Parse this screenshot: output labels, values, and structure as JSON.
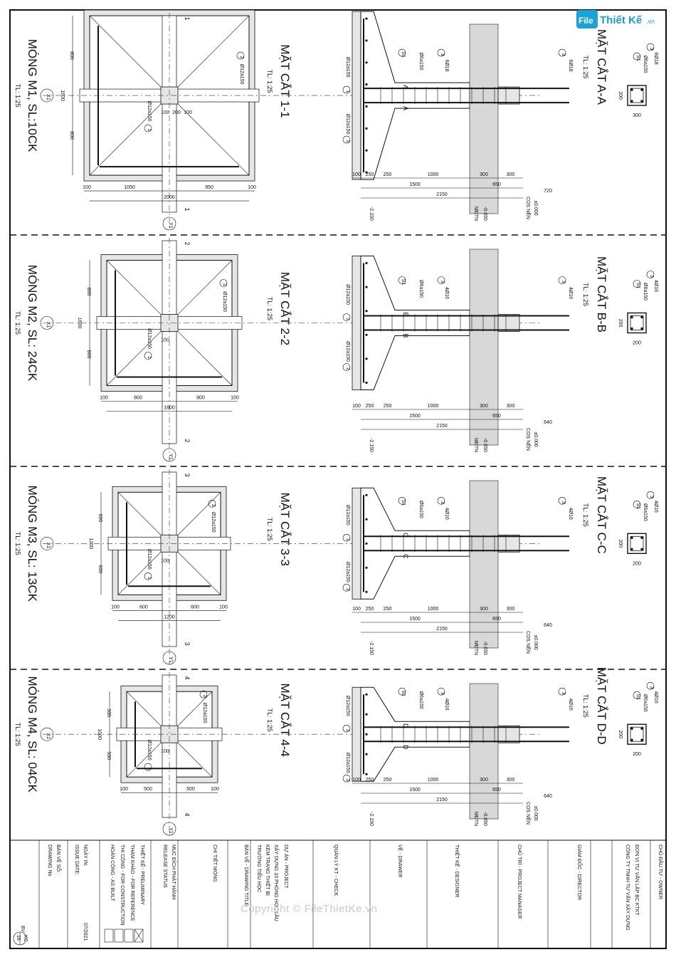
{
  "logo": {
    "brand": "File",
    "text": "Thiết Kế",
    "domain": ".vn"
  },
  "watermark": "Copyright © FileThietKe.vn",
  "panels": [
    {
      "mong_title": "MÓNG M1, SL:10CK",
      "scale": "TL: 1:25",
      "mat_cat_title": "MẶT CẮT 1-1",
      "section_title": "MẶT CẮT A-A",
      "section_letter": "A",
      "cut_no": "1",
      "plan_dims_bottom": [
        "100",
        "1050",
        "950",
        "100"
      ],
      "plan_total": "2000",
      "plan_dims_side": [
        "800",
        "1600",
        "800"
      ],
      "col_dims": [
        "100",
        "200",
        "100"
      ],
      "rebar_plan_1": "Ø12a150",
      "rebar_plan_2": "Ø12a150",
      "main_bar": "6Ø18",
      "stirrup": "Ø6a150",
      "col_section_dims": [
        "200",
        "300"
      ]
    },
    {
      "mong_title": "MÓNG M2, SL: 24CK",
      "scale": "TL: 1:25",
      "mat_cat_title": "MẶT CẮT 2-2",
      "section_title": "MẶT CẮT B-B",
      "section_letter": "B",
      "cut_no": "2",
      "plan_dims_bottom": [
        "100",
        "800",
        "800",
        "100"
      ],
      "plan_total": "1600",
      "plan_dims_side": [
        "800",
        "1600",
        "800"
      ],
      "col_dims": [
        "100"
      ],
      "rebar_plan_1": "Ø12a150",
      "rebar_plan_2": "Ø12a150",
      "main_bar": "4Ø16",
      "stirrup": "Ø6a150",
      "col_section_dims": [
        "200",
        "200"
      ]
    },
    {
      "mong_title": "MÓNG M3, SL: 13CK",
      "scale": "TL: 1:25",
      "mat_cat_title": "MẶT CẮT 3-3",
      "section_title": "MẶT CẮT C-C",
      "section_letter": "C",
      "cut_no": "3",
      "plan_dims_bottom": [
        "100",
        "600",
        "600",
        "100"
      ],
      "plan_total": "1200",
      "plan_dims_side": [
        "600",
        "1200",
        "600"
      ],
      "col_dims": [
        "100"
      ],
      "rebar_plan_1": "Ø12a150",
      "rebar_plan_2": "Ø12a150",
      "main_bar": "4Ø16",
      "stirrup": "Ø6a150",
      "col_section_dims": [
        "200",
        "200"
      ]
    },
    {
      "mong_title": "MÓNG M4, SL: 04CK",
      "scale": "TL: 1:25",
      "mat_cat_title": "MẶT CẮT 4-4",
      "section_title": "MẶT CẮT D-D",
      "section_letter": "D",
      "cut_no": "4",
      "plan_dims_bottom": [
        "100",
        "500",
        "500",
        "100"
      ],
      "plan_total": "",
      "plan_dims_side": [
        "500",
        "1000",
        "500"
      ],
      "col_dims": [
        "100"
      ],
      "rebar_plan_1": "Ø12a150",
      "rebar_plan_2": "Ø12a150",
      "main_bar": "4Ø16",
      "stirrup": "Ø6a150",
      "col_section_dims": [
        "200",
        "200"
      ]
    }
  ],
  "panel_sizes": [
    {
      "side": "1600",
      "rebar1": "Ø12a150",
      "rebar2": "Ø12a150"
    },
    {
      "side": "1600",
      "rebar1": "Ø12a150",
      "rebar2": "Ø12a150"
    },
    {
      "side": "1200",
      "rebar1": "Ø12a150",
      "rebar2": "Ø12a150"
    },
    {
      "side": "1000",
      "rebar1": "Ø12a150",
      "rebar2": "Ø12a150"
    }
  ],
  "section_dims": {
    "row1": [
      "100",
      "250",
      "250",
      "1000",
      "300",
      "300"
    ],
    "row2": [
      "1500",
      "650"
    ],
    "row3": "2150",
    "levels": [
      "-2.150",
      "-0.650",
      "±0.000"
    ],
    "level_labels": [
      "MĐTN",
      "COS NỀN"
    ],
    "section_offsets": [
      "720",
      "640",
      "640",
      "640"
    ]
  },
  "axes": {
    "x": "X1",
    "y": "Y1"
  },
  "rebar_marks": [
    "1",
    "2",
    "3",
    "S1"
  ],
  "title_block": {
    "owner": "CHỦ ĐẦU TƯ - OWNER",
    "consultant_label": "ĐƠN VỊ TƯ VẤN LẬP BC KTKT",
    "consultant_name": "CÔNG TY TNHH TƯ VẤN XÂY DỰNG",
    "director": "GIÁM ĐỐC - DIRECTOR",
    "project_manager": "CHỦ TRÌ - PROJECT MANAGER",
    "designer": "THIẾT KẾ - DESIGNER",
    "drawer": "VẼ - DRAWER",
    "checker": "QUẢN LÝ KT - CHECK",
    "project_label": "DỰ ÁN - PROJECT",
    "project_name_1": "XÂY DỰNG 10 PHÒNG HỌC LẦU",
    "project_name_2": "KÈM TRANG THIẾT BỊ",
    "project_name_3": "TRƯỜNG TIỂU HỌC",
    "drawing_title_label": "BẢN VẼ - DRAWING TITLE:",
    "drawing_title": "CHI TIẾT MÓNG",
    "release_label_1": "MỤC ĐÍCH PHÁT HÀNH",
    "release_label_2": "RELEASE STATUS",
    "status_1": "THIẾT KẾ - PRELIMINARY",
    "status_2": "THAM KHẢO - FOR REFERENCE",
    "status_3": "THI CÔNG - FOR CONSTRUCTION",
    "status_4": "HOÀN CÔNG - AS BUILT",
    "issue_label_1": "NGÀY IN:",
    "issue_label_2": "ISSUE DATE:",
    "issue_date": "07/2021",
    "drawing_no_label_1": "BẢN VẼ SỐ:",
    "drawing_no_label_2": "DRAWING No",
    "drawing_no_prefix": "BV",
    "drawing_code": "KC",
    "drawing_no": "16"
  }
}
